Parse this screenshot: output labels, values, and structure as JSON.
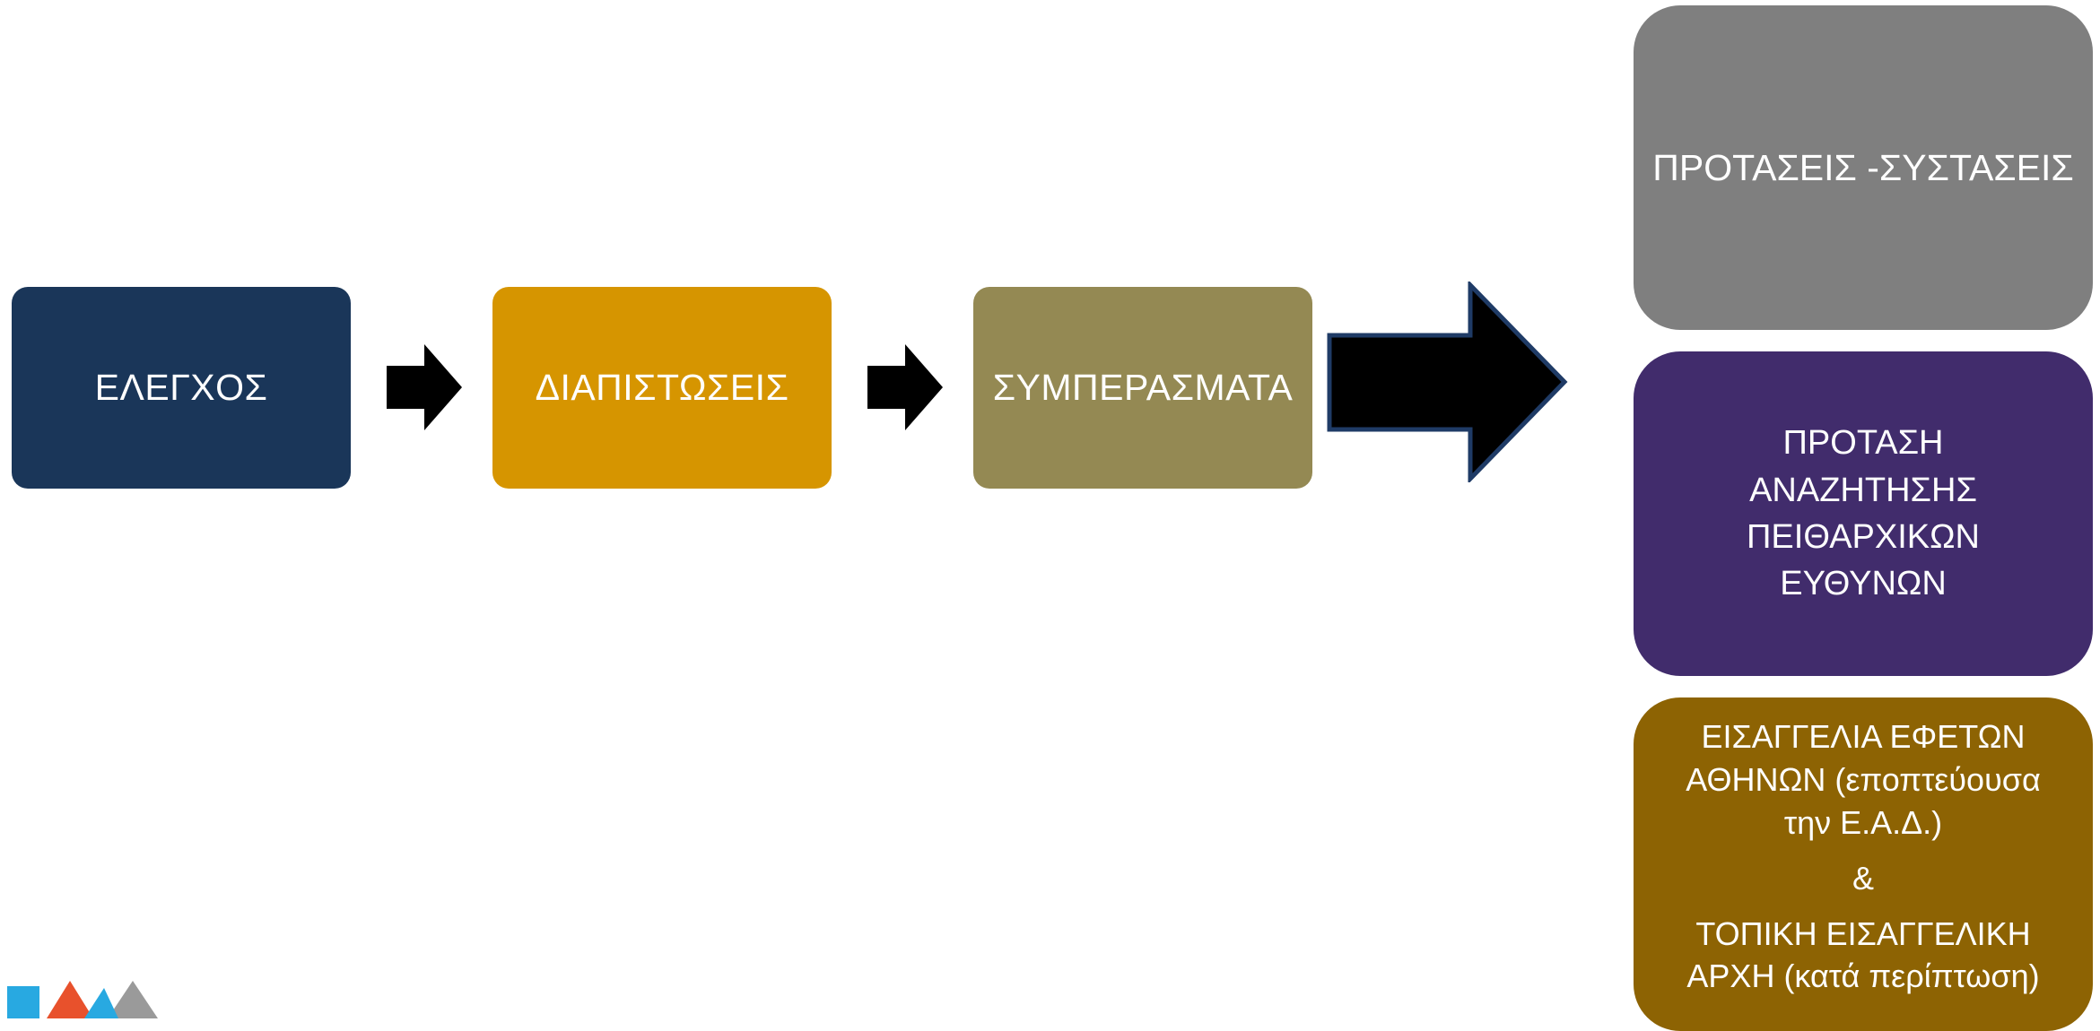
{
  "colors": {
    "elegxos": "#1a3659",
    "diapistoseis": "#d69500",
    "symperasmata": "#948953",
    "protaseis": "#7f7f7f",
    "peitharxikes": "#412c6c",
    "eisaggelia": "#8d6303",
    "arrow_fill": "#000000",
    "big_arrow_stroke": "#1f3b66",
    "logo_blue": "#28a9e1",
    "logo_orange": "#e8512c",
    "logo_gray": "#9a9a9a"
  },
  "flow": {
    "step1": "ΕΛΕΓΧΟΣ",
    "step2": "ΔΙΑΠΙΣΤΩΣΕΙΣ",
    "step3": "ΣΥΜΠΕΡΑΣΜΑΤΑ"
  },
  "outcomes": {
    "protaseis": "ΠΡΟΤΑΣΕΙΣ -ΣΥΣΤΑΣΕΙΣ",
    "peitharxikes": "ΠΡΟΤΑΣΗ ΑΝΑΖΗΤΗΣΗΣ ΠΕΙΘΑΡΧΙΚΩΝ ΕΥΘΥΝΩΝ",
    "eisaggelia": {
      "line1": "ΕΙΣΑΓΓΕΛΙΑ ΕΦΕΤΩΝ ΑΘΗΝΩΝ (εποπτεύουσα την Ε.Α.Δ.)",
      "ampersand": "&",
      "line2": "ΤΟΠΙΚΗ ΕΙΣΑΓΓΕΛΙΚΗ ΑΡΧΗ (κατά περίπτωση)"
    }
  },
  "icons": {
    "small_arrow": "arrow-right-icon",
    "big_arrow": "big-arrow-right-icon",
    "logo": "ead-logo"
  }
}
